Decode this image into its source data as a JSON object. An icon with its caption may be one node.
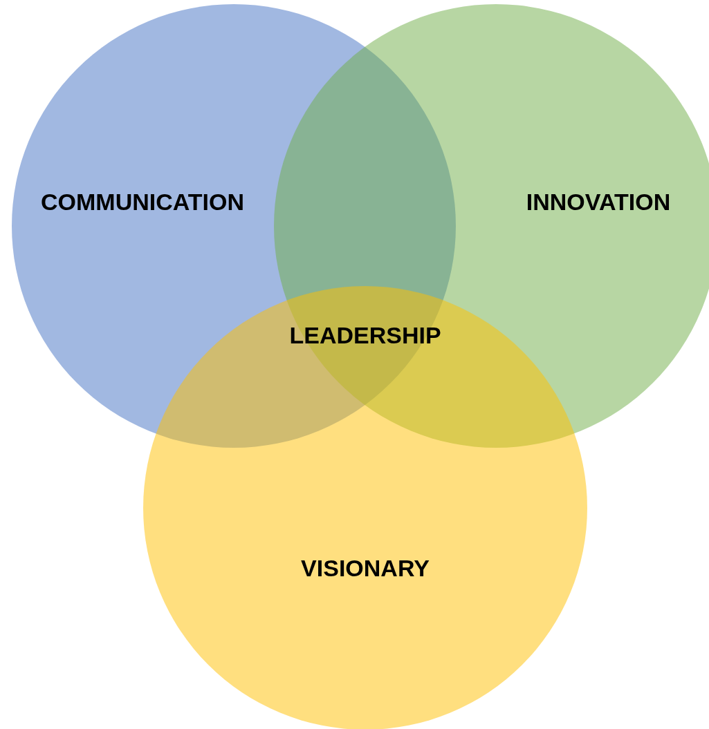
{
  "diagram": {
    "nodes": [
      {
        "text": [
          "COMMUNICATION"
        ]
      },
      {
        "text": [
          "INNOVATION"
        ]
      },
      {
        "text": [
          "VISIONARY"
        ]
      }
    ],
    "labels": [
      "LEADERSHIP"
    ]
  }
}
